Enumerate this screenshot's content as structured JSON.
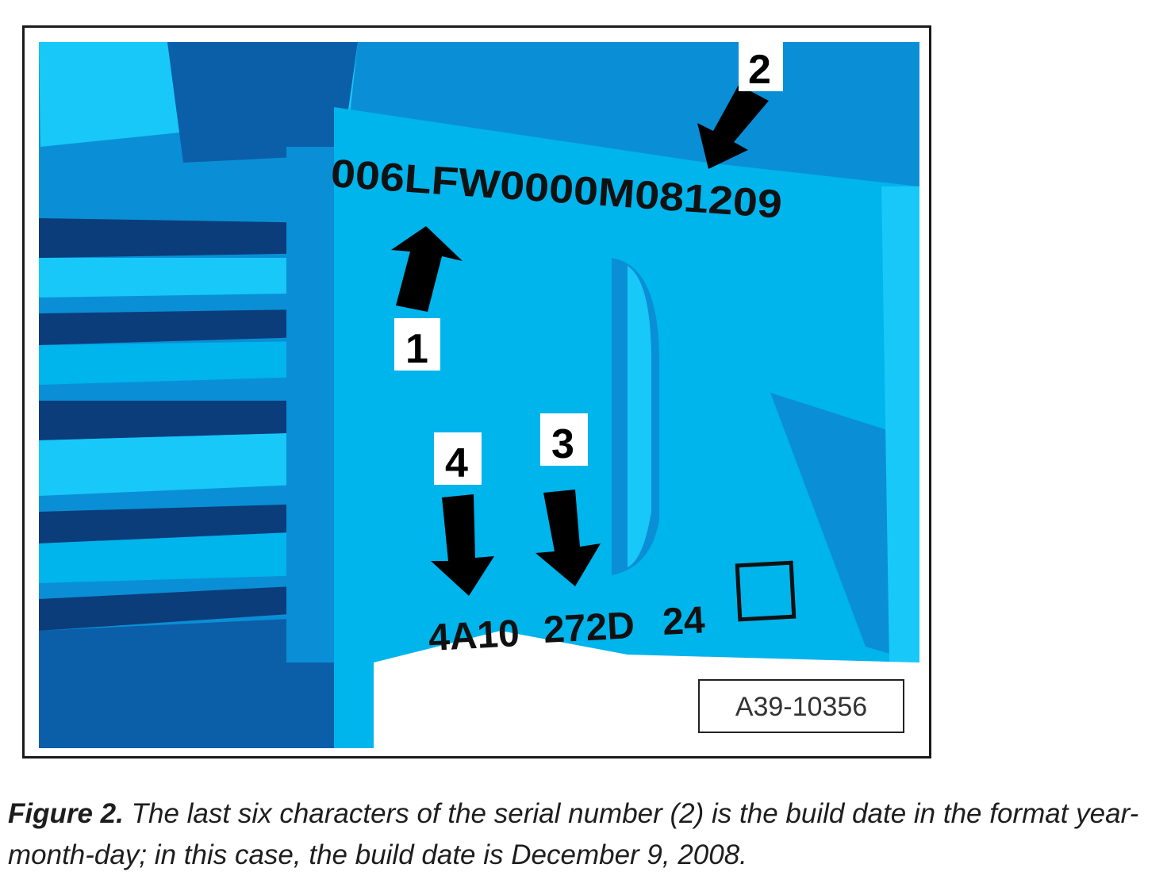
{
  "figure": {
    "serial_number": "006LFW0000M081209",
    "code_1": "4A10",
    "code_2": "272D",
    "code_3": "24",
    "reference": "A39-10356",
    "callouts": [
      "1",
      "2",
      "3",
      "4"
    ]
  },
  "caption": {
    "label": "Figure 2.",
    "text": "The last six characters of the serial number (2) is the build date in the format year-month-day; in this case, the build date is December 9, 2008."
  },
  "colors": {
    "part_base": "#00b4ec",
    "part_light": "#18c8f8",
    "part_mid": "#0a8fd6",
    "part_dark": "#0a5fa8",
    "part_deep": "#0b3d7a"
  }
}
